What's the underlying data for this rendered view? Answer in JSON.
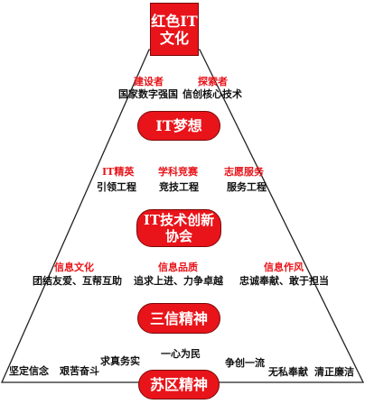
{
  "top_box": {
    "line1": "红色IT",
    "line2": "文化"
  },
  "tier1": {
    "left_title": "建设者",
    "left_desc": "国家数字强国",
    "right_title": "探索者",
    "right_desc": "信创核心技术",
    "pill": "IT梦想"
  },
  "tier2": {
    "items": [
      {
        "title": "IT精英",
        "desc": "引领工程"
      },
      {
        "title": "学科竞赛",
        "desc": "竞技工程"
      },
      {
        "title": "志愿服务",
        "desc": "服务工程"
      }
    ],
    "pill_line1": "IT技术创新",
    "pill_line2": "协会"
  },
  "tier3": {
    "items": [
      {
        "title": "信息文化",
        "desc": "团结友爱、互帮互助"
      },
      {
        "title": "信息品质",
        "desc": "追求上进、力争卓越"
      },
      {
        "title": "信息作风",
        "desc": "忠诚奉献、敢于担当"
      }
    ],
    "pill": "三信精神"
  },
  "tier4": {
    "words": {
      "w1": "坚定信念",
      "w2": "艰苦奋斗",
      "w3": "求真务实",
      "w4": "一心为民",
      "w5": "争创一流",
      "w6": "无私奉献",
      "w7": "清正廉洁"
    },
    "pill": "苏区精神"
  },
  "colors": {
    "accent": "#e8141a",
    "text": "#111111",
    "background": "#ffffff"
  }
}
